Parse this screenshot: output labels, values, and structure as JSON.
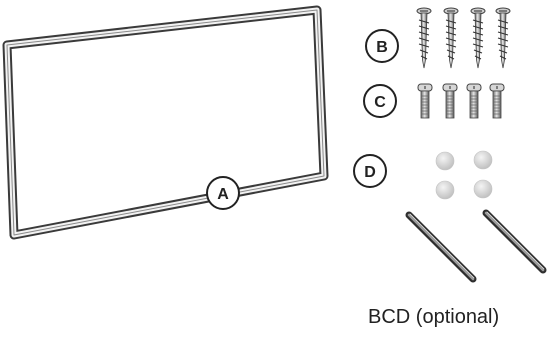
{
  "parts": {
    "frame_label": "A",
    "screws_label": "B",
    "bolts_label": "C",
    "caps_label": "D"
  },
  "caption": "BCD (optional)",
  "colors": {
    "outline": "#333333",
    "metal_light": "#d9d9d9",
    "metal_dark": "#555555",
    "cap": "#d8d8d8"
  }
}
